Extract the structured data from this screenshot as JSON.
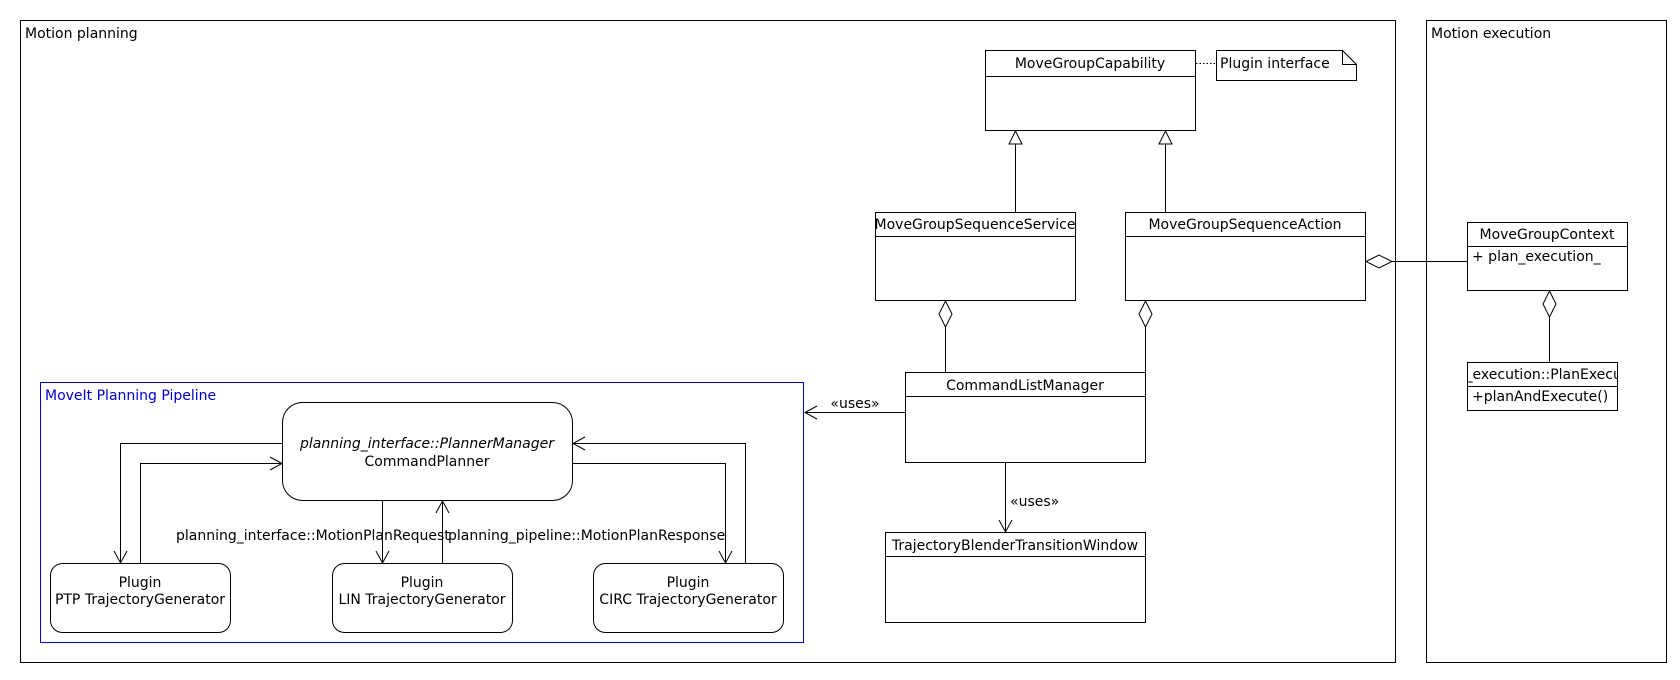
{
  "frames": {
    "motion_planning": "Motion planning",
    "motion_execution": "Motion execution",
    "pipeline": "MoveIt Planning Pipeline"
  },
  "classes": {
    "move_group_capability": "MoveGroupCapability",
    "plugin_interface_note": "Plugin interface",
    "sequence_service": "MoveGroupSequenceService",
    "sequence_action": "MoveGroupSequenceAction",
    "move_group_context": "MoveGroupContext",
    "move_group_context_attr": "+ plan_execution_",
    "plan_execution": "plan_execution::PlanExecution",
    "plan_execution_op": "+planAndExecute()",
    "command_list_manager": "CommandListManager",
    "trajectory_blender": "TrajectoryBlenderTransitionWindow"
  },
  "planner": {
    "interface": "planning_interface::PlannerManager",
    "name": "CommandPlanner"
  },
  "plugins": [
    {
      "stereotype": "Plugin",
      "name": "PTP TrajectoryGenerator"
    },
    {
      "stereotype": "Plugin",
      "name": "LIN TrajectoryGenerator"
    },
    {
      "stereotype": "Plugin",
      "name": "CIRC TrajectoryGenerator"
    }
  ],
  "labels": {
    "uses_pipeline": "«uses»",
    "uses_blender": "«uses»",
    "request": "planning_interface::MotionPlanRequest",
    "response": "planning_pipeline::MotionPlanResponse"
  }
}
